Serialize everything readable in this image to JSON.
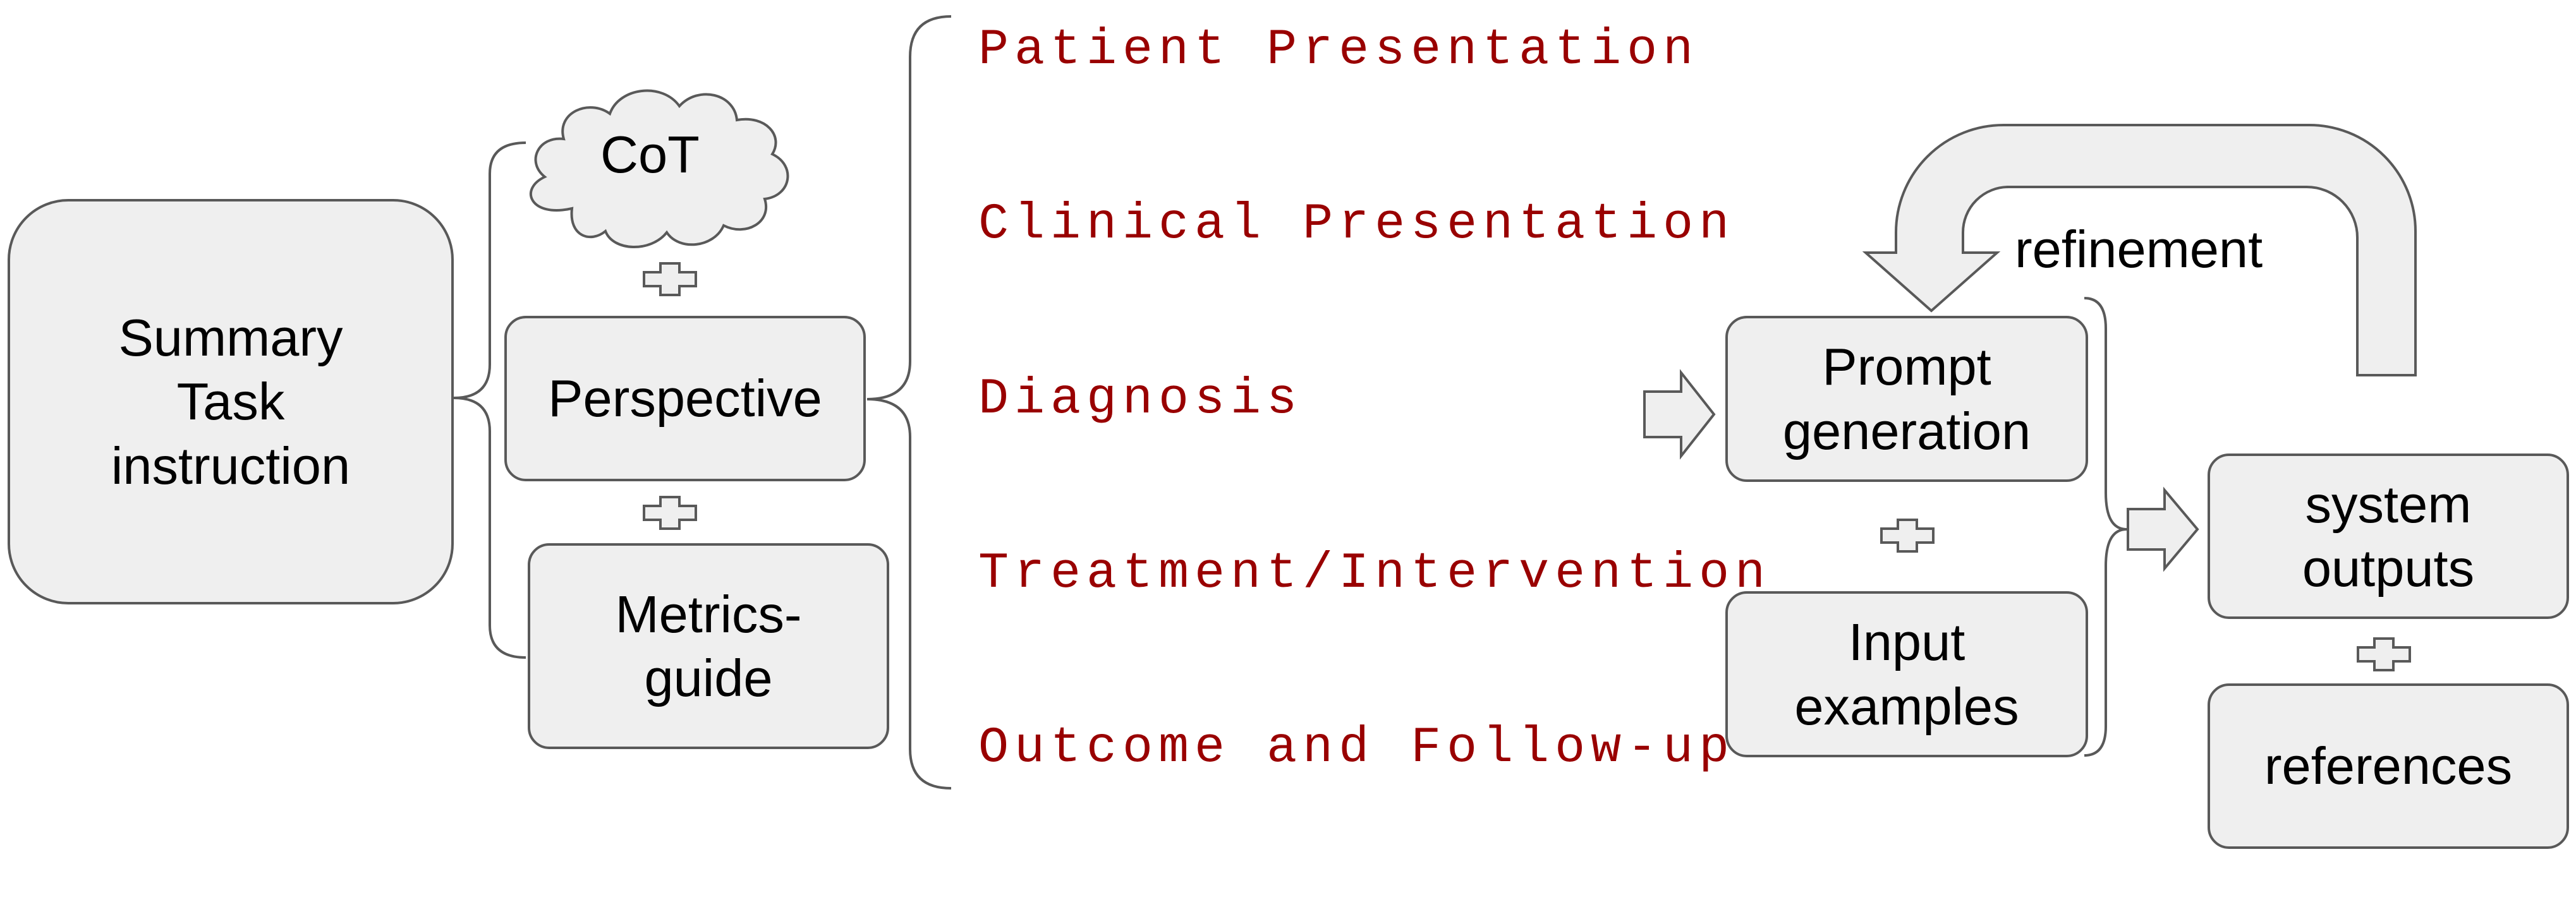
{
  "nodes": {
    "summary_task": "Summary\nTask\ninstruction",
    "cot": "CoT",
    "perspective": "Perspective",
    "metrics_guide": "Metrics-\nguide",
    "prompt_generation": "Prompt\ngeneration",
    "input_examples": "Input\nexamples",
    "system_outputs": "system\noutputs",
    "references": "references"
  },
  "refinement_label": "refinement",
  "perspectives": [
    "Patient Presentation",
    "Clinical Presentation",
    "Diagnosis",
    "Treatment/Intervention",
    "Outcome and Follow-up"
  ],
  "colors": {
    "box_fill": "#efefef",
    "box_stroke": "#595959",
    "perspective_text": "#990000",
    "line": "#595959"
  }
}
